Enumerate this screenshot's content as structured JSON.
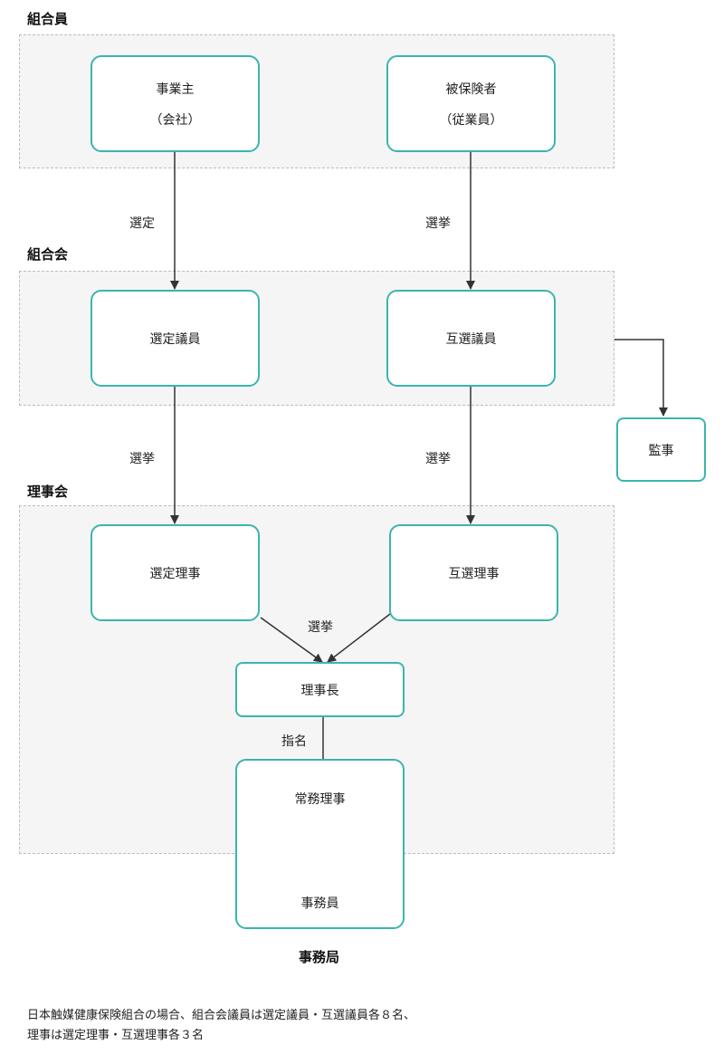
{
  "sections": {
    "members": "組合員",
    "assembly": "組合会",
    "board": "理事会",
    "office": "事務局"
  },
  "nodes": {
    "employer": {
      "line1": "事業主",
      "line2": "（会社）"
    },
    "insured": {
      "line1": "被保険者",
      "line2": "（従業員）"
    },
    "appointed_member": "選定議員",
    "elected_member": "互選議員",
    "auditor": "監事",
    "appointed_director": "選定理事",
    "elected_director": "互選理事",
    "chairman": "理事長",
    "managing_director": "常務理事",
    "staff": "事務員"
  },
  "edge_labels": {
    "employer_to_appointed": "選定",
    "insured_to_elected": "選挙",
    "appointed_to_director": "選挙",
    "elected_to_director": "選挙",
    "directors_to_chairman": "選挙",
    "chairman_to_managing": "指名"
  },
  "footnote": {
    "line1": "日本触媒健康保険組合の場合、組合会議員は選定議員・互選議員各８名、",
    "line2": "理事は選定理事・互選理事各３名"
  },
  "colors": {
    "node_border": "#3ab5ae",
    "group_fill": "#f5f5f5",
    "arrow": "#333333"
  }
}
